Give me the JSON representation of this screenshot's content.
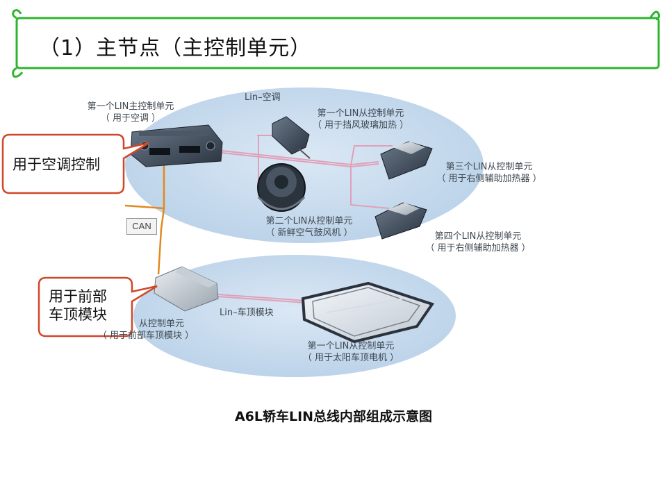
{
  "title": "（1）主节点（主控制单元）",
  "caption": "A6L轿车LIN总线内部组成示意图",
  "colors": {
    "banner_border": "#2db52d",
    "ellipse_fill": "#c7dcef",
    "callout_border": "#d0472a",
    "lin_wire": "#e0a0b8",
    "can_wire": "#e08a1e"
  },
  "bus_labels": {
    "lin_ac": "Lin–空调",
    "lin_roof": "Lin–车顶模块",
    "can": "CAN"
  },
  "units": {
    "master_ac": {
      "line1": "第一个LIN主控制单元",
      "line2": "（ 用于空调 ）"
    },
    "slave_windshield": {
      "line1": "第一个LIN从控制单元",
      "line2": "（ 用于挡风玻璃加热 ）"
    },
    "slave_blower": {
      "line1": "第二个LIN从控制单元",
      "line2": "（ 新鲜空气鼓风机 ）"
    },
    "slave_right_heater_3": {
      "line1": "第三个LIN从控制单元",
      "line2": "（ 用于右侧辅助加热器 ）"
    },
    "slave_right_heater_4": {
      "line1": "第四个LIN从控制单元",
      "line2": "（ 用于右侧辅助加热器 ）"
    },
    "master_roof": {
      "line1": "从控制单元",
      "line2": "（ 用于前部车顶模块 ）"
    },
    "slave_sunroof": {
      "line1": "第一个LIN从控制单元",
      "line2": "（ 用于太阳车顶电机 ）"
    }
  },
  "callouts": {
    "ac_control": "用于空调控制",
    "front_roof_line1": "用于前部",
    "front_roof_line2": "车顶模块"
  }
}
